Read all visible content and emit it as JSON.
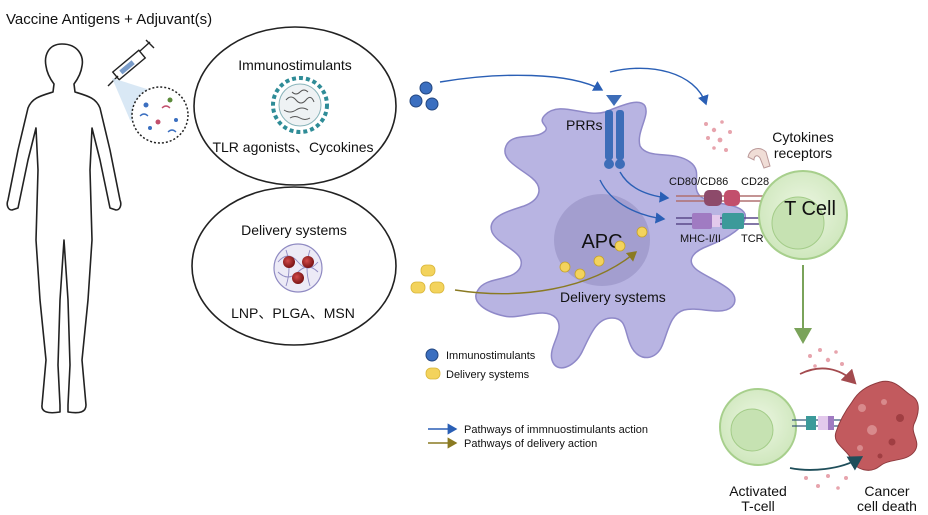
{
  "header": {
    "title": "Vaccine Antigens + Adjuvant(s)"
  },
  "immunostimulants_panel": {
    "title": "Immunostimulants",
    "caption": "TLR agonists、Cycokines"
  },
  "delivery_panel": {
    "title": "Delivery systems",
    "caption": "LNP、PLGA、MSN"
  },
  "apc": {
    "label": "APC",
    "receptor_label": "PRRs",
    "delivery_label": "Delivery systems"
  },
  "synapse": {
    "cytokine_receptor_label_1": "Cytokines",
    "cytokine_receptor_label_2": "receptors",
    "costim_label": "CD80/CD86",
    "cd28_label": "CD28",
    "mhc_label": "MHC-I/II",
    "tcr_label": "TCR"
  },
  "tcell": {
    "label": "T Cell"
  },
  "outcome": {
    "activated_1": "Activated",
    "activated_2": "T-cell",
    "cancer_1": "Cancer",
    "cancer_2": "cell death"
  },
  "legend": {
    "items": [
      {
        "label": "Immunostimulants",
        "color": "#3b6fc0"
      },
      {
        "label": "Delivery systems",
        "color": "#f3d35c"
      }
    ],
    "arrows": [
      {
        "label": "Pathways of immnuostimulants action",
        "color": "#2a5fb5"
      },
      {
        "label": "Pathways of delivery action",
        "color": "#8a7a22"
      }
    ]
  },
  "colors": {
    "apc_fill": "#b8b4e2",
    "apc_nucleus": "#9f9acb",
    "tcell_fill": "#d7ecc8",
    "tcell_nucleus": "#b9dca4",
    "cancer": "#c25a5e",
    "receptor_blue": "#3d6db8",
    "delivery_yellow": "#f3d35c"
  }
}
